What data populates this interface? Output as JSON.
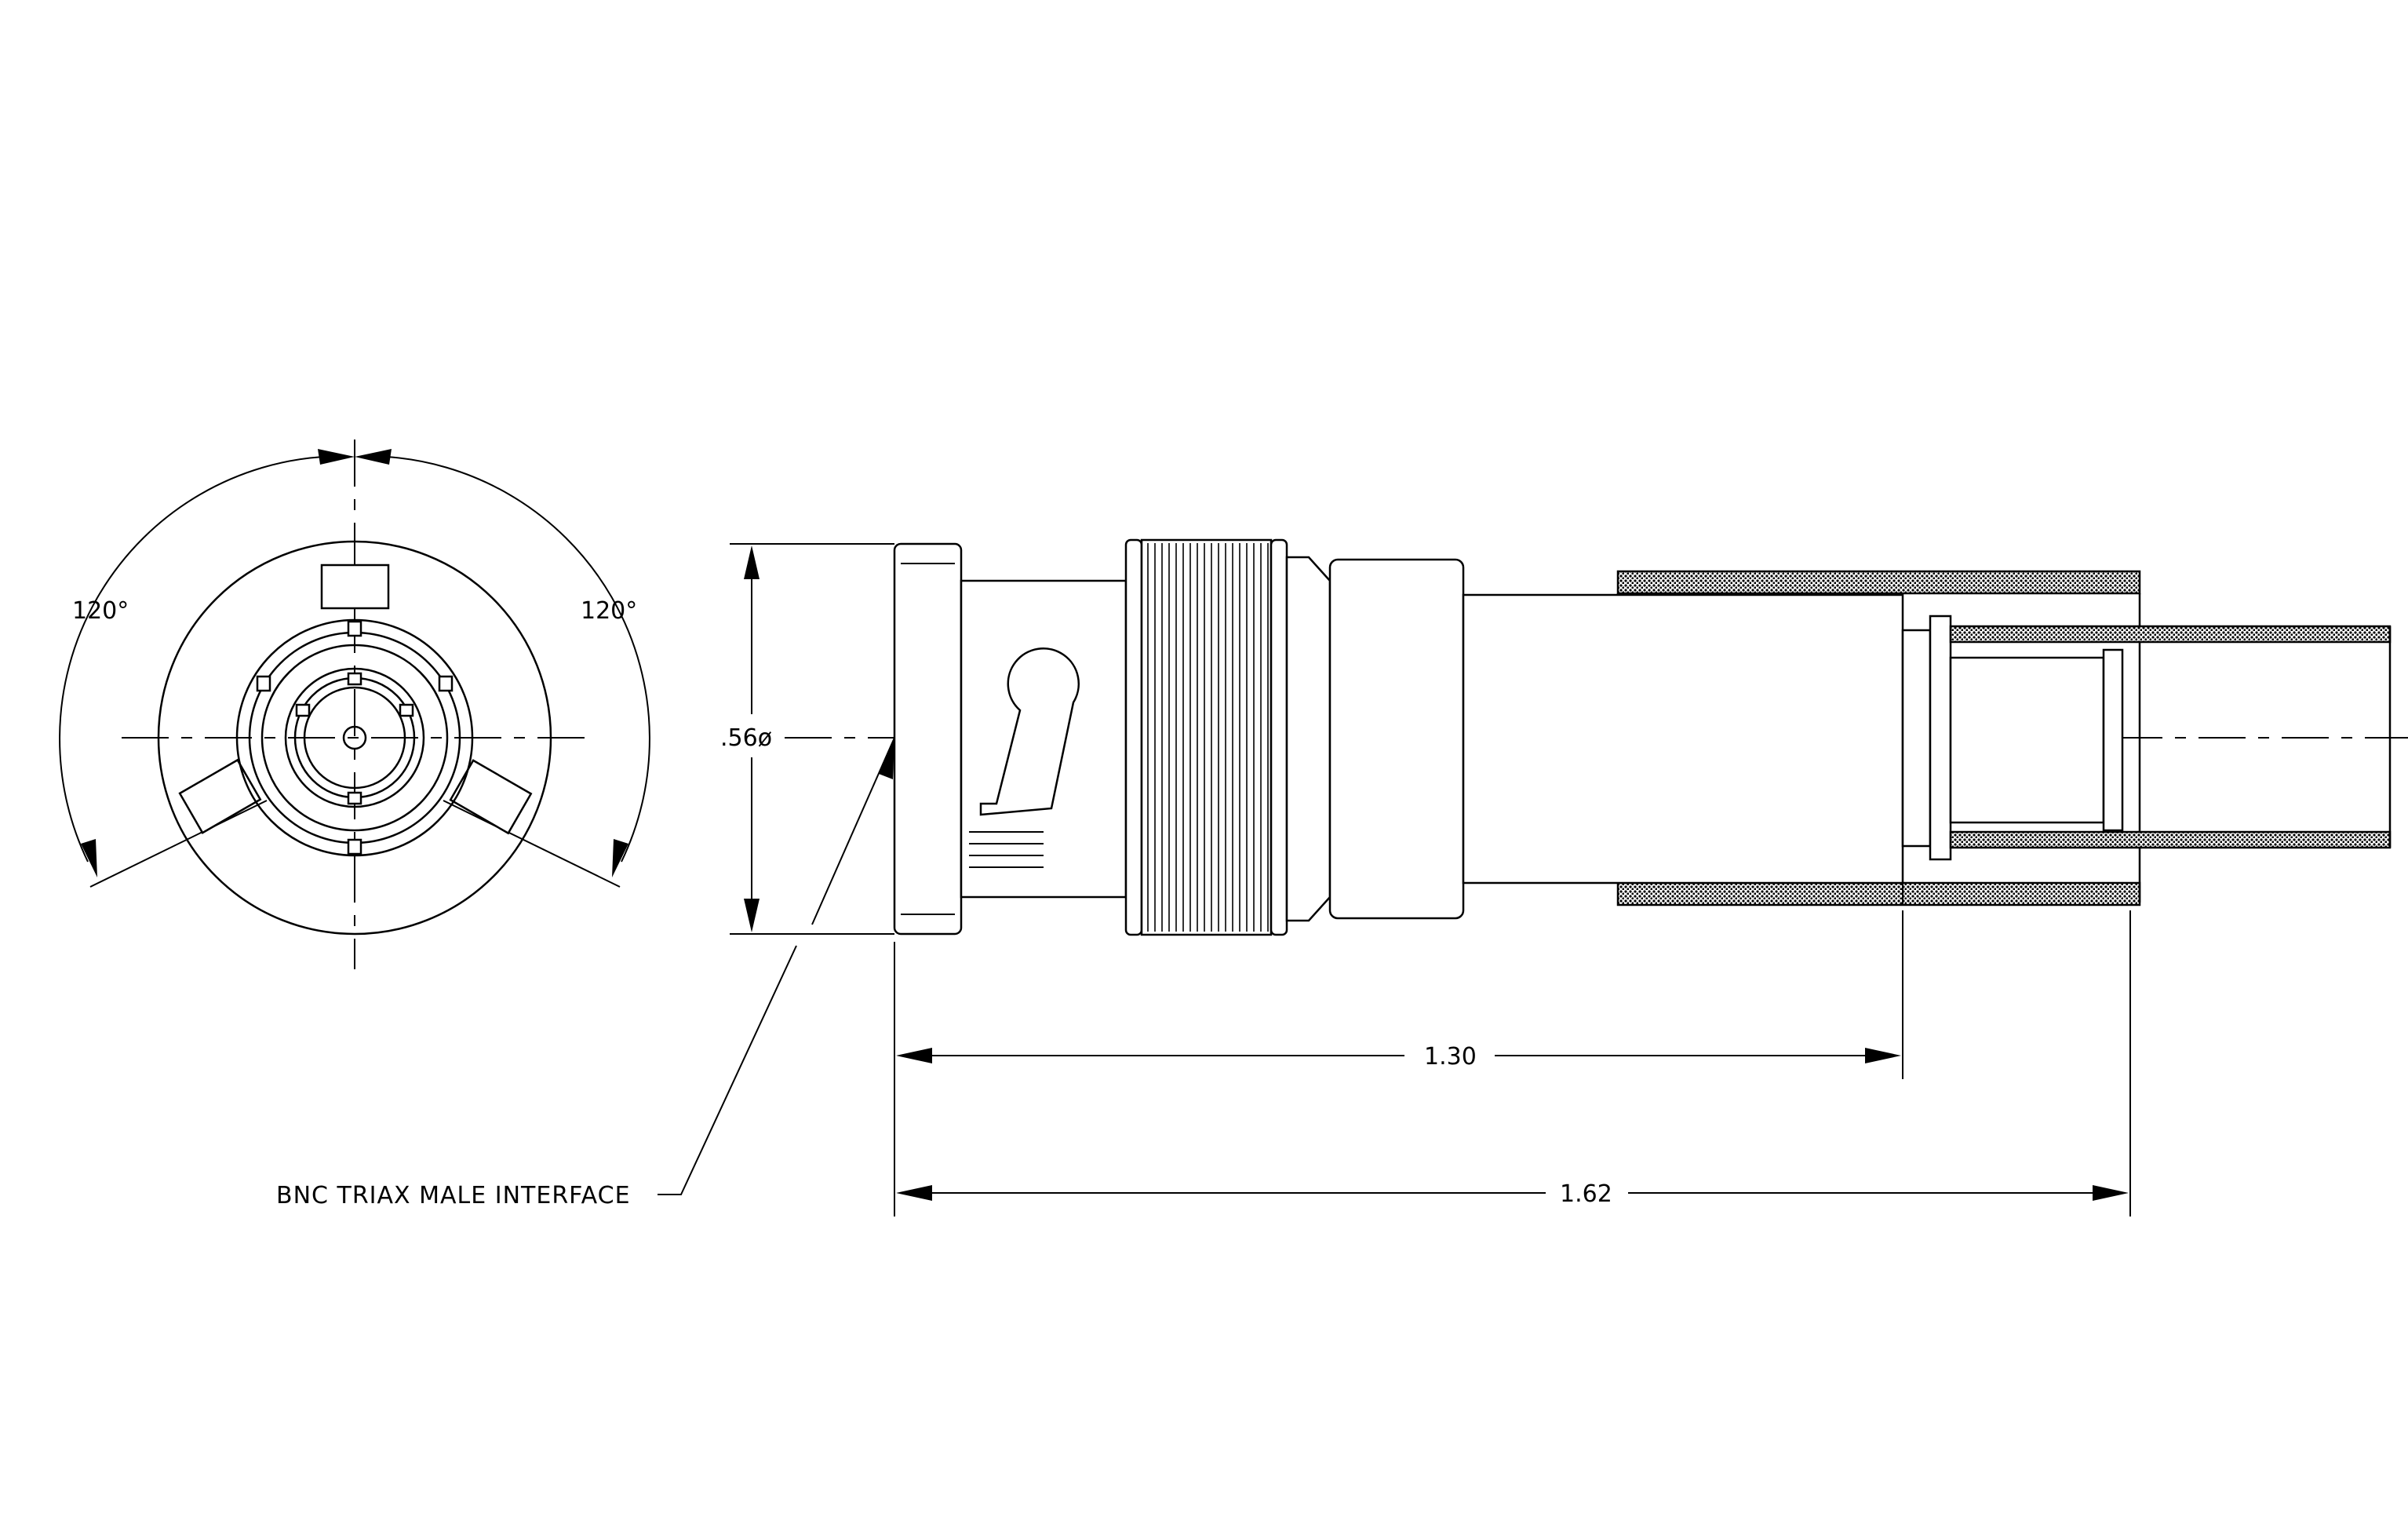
{
  "labels": {
    "angle_left": "120°",
    "angle_right": "120°",
    "diameter": ".56ø",
    "length_a": "1.30",
    "length_b": "1.62",
    "interface": "BNC TRIAX MALE INTERFACE"
  },
  "colors": {
    "line": "#000000",
    "background": "#ffffff"
  }
}
